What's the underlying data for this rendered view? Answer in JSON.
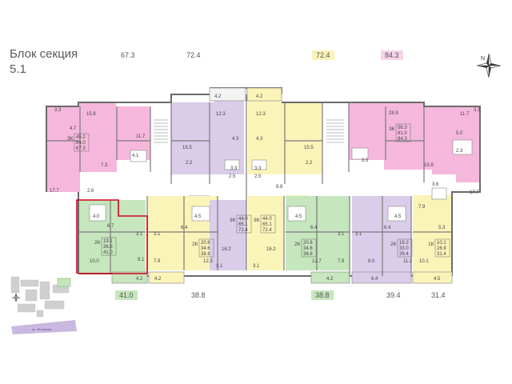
{
  "header": {
    "title_line1": "Блок секция",
    "title_line2": "5.1",
    "compass_label": "N"
  },
  "colors": {
    "pink": "#f5b8dc",
    "purple": "#d9cdea",
    "yellow": "#fbf4b8",
    "green": "#c6e6bd",
    "wall": "#6a6a6a",
    "highlight": "#d0021b",
    "minimap_road": "#c9b8e0"
  },
  "tags": {
    "top": [
      "67.3",
      "72.4",
      "72.4",
      "84.3"
    ],
    "bottom": [
      "41.0",
      "38.8",
      "38.8",
      "39.4",
      "31.4"
    ]
  },
  "apartments": [
    {
      "id": "apt-1",
      "lines": [
        "3К",
        "45.2",
        "64.0",
        "67.3"
      ],
      "color": "pink"
    },
    {
      "id": "apt-2",
      "lines": [
        "3К",
        "44.0",
        "65.1",
        "72.4"
      ],
      "color": "purple"
    },
    {
      "id": "apt-3",
      "lines": [
        "3К",
        "44.0",
        "65.1",
        "72.4"
      ],
      "color": "yellow"
    },
    {
      "id": "apt-4",
      "lines": [
        "3К",
        "56.3",
        "81.0",
        "84.3"
      ],
      "color": "pink"
    },
    {
      "id": "apt-5",
      "lines": [
        "2К",
        "19.1",
        "36.8",
        "41.0"
      ],
      "color": "green"
    },
    {
      "id": "apt-6",
      "lines": [
        "2К",
        "20.6",
        "34.6",
        "38.8"
      ],
      "color": "yellow"
    },
    {
      "id": "apt-7",
      "lines": [
        "2К",
        "20.6",
        "34.6",
        "38.8"
      ],
      "color": "green"
    },
    {
      "id": "apt-8",
      "lines": [
        "2К",
        "19.2",
        "33.0",
        "39.4"
      ],
      "color": "purple"
    },
    {
      "id": "apt-9",
      "lines": [
        "1К",
        "10.1",
        "26.9",
        "31.4"
      ],
      "color": "yellow"
    }
  ],
  "room_labels": [
    "3.3",
    "15.9",
    "4.7",
    "11.7",
    "4.1",
    "7.3",
    "17.7",
    "2.6",
    "4.2",
    "4.2",
    "12.3",
    "12.3",
    "15.5",
    "4.3",
    "4.3",
    "15.5",
    "2.2",
    "2.2",
    "3.3",
    "3.3",
    "8.8",
    "2.5",
    "2.5",
    "28.9",
    "11.7",
    "3.3",
    "5.0",
    "2.3",
    "3.5",
    "15.9",
    "3.6",
    "17.7",
    "7.9",
    "4.0",
    "6.7",
    "3.1",
    "10.0",
    "9.1",
    "4.2",
    "3.1",
    "6.4",
    "4.5",
    "7.9",
    "12.3",
    "4.2",
    "16.2",
    "16.2",
    "3.1",
    "3.1",
    "4.5",
    "6.4",
    "3.1",
    "12.7",
    "7.9",
    "4.2",
    "3.1",
    "6.4",
    "4.5",
    "8.0",
    "11.2",
    "6.4",
    "5.3",
    "10.1",
    "4.5"
  ],
  "minimap": {
    "street_label": "ул. Янтарная"
  }
}
